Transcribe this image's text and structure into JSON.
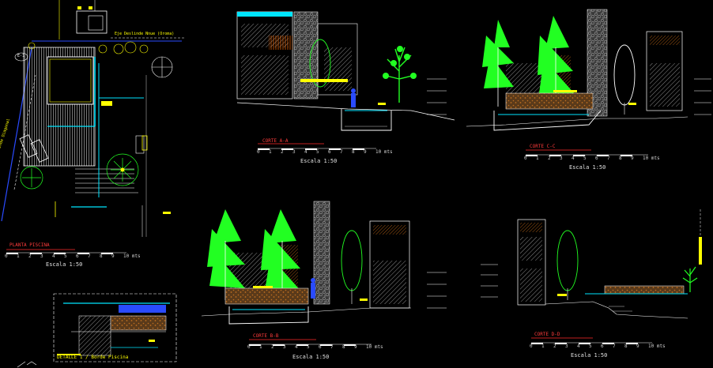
{
  "drawing": {
    "background": "#000000",
    "colors": {
      "line": "#ffffff",
      "cyan": "#00e5ff",
      "yellow": "#ffff00",
      "red": "#ff2a2a",
      "tree": "#22ff22",
      "wood": "#e07a1a",
      "stone": "#8c8c8c",
      "blue": "#2a4bff"
    }
  },
  "plan": {
    "title": "PLANTA PISCINA",
    "scale_caption": "Escala 1:50",
    "scale_ticks": [
      "0",
      "1",
      "2",
      "3",
      "4",
      "5",
      "6",
      "7",
      "8",
      "9",
      "10 mts"
    ],
    "note_top": "Eje Deslinde Nnue (Oroma)",
    "note_left": "Eje Deslinde Diagonal",
    "tag_left": "E-1"
  },
  "detail": {
    "title": "DETALLE 1 / Borde Piscina"
  },
  "sections": [
    {
      "id": "aa",
      "title": "CORTE A-A",
      "scale_caption": "Escala 1:50",
      "scale_ticks": [
        "0",
        "1",
        "2",
        "3",
        "4",
        "5",
        "6",
        "7",
        "8",
        "9",
        "10 mts"
      ]
    },
    {
      "id": "cc",
      "title": "CORTE C-C",
      "scale_caption": "Escala 1:50",
      "scale_ticks": [
        "0",
        "1",
        "2",
        "3",
        "4",
        "5",
        "6",
        "7",
        "8",
        "9",
        "10 mts"
      ]
    },
    {
      "id": "bb",
      "title": "CORTE B-B",
      "scale_caption": "Escala 1:50",
      "scale_ticks": [
        "0",
        "1",
        "2",
        "3",
        "4",
        "5",
        "6",
        "7",
        "8",
        "9",
        "10 mts"
      ]
    },
    {
      "id": "dd",
      "title": "CORTE D-D",
      "scale_caption": "Escala 1:50",
      "scale_ticks": [
        "0",
        "1",
        "2",
        "3",
        "4",
        "5",
        "6",
        "7",
        "8",
        "9",
        "10 mts"
      ]
    }
  ]
}
